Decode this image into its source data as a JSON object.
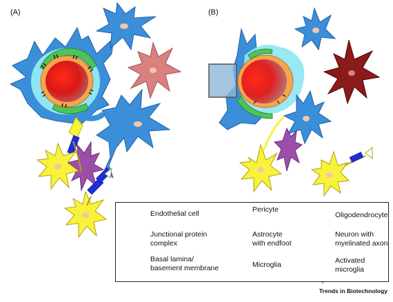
{
  "panels": {
    "a": "(A)",
    "b": "(B)"
  },
  "legend": {
    "items": [
      {
        "id": "endothelial",
        "label": "Endothelial cell",
        "icon": "endothelial-cell-icon"
      },
      {
        "id": "junctional",
        "label": "Junctional protein\ncomplex",
        "icon": "junctional-complex-icon"
      },
      {
        "id": "basal",
        "label": "Basal lamina/\nbasement membrane",
        "icon": "basal-lamina-icon"
      },
      {
        "id": "pericyte",
        "label": "Pericyte",
        "icon": "pericyte-icon"
      },
      {
        "id": "astrocyte",
        "label": "Astrocyte\nwith endfoot",
        "icon": "astrocyte-icon"
      },
      {
        "id": "microglia",
        "label": "Microglia",
        "icon": "microglia-icon"
      },
      {
        "id": "oligodendrocyte",
        "label": "Oligodendrocyte",
        "icon": "oligodendrocyte-icon"
      },
      {
        "id": "neuron",
        "label": "Neuron with\nmyelinated axon",
        "icon": "neuron-icon"
      },
      {
        "id": "activated",
        "label": "Activated\nmicroglia",
        "icon": "activated-microglia-icon"
      }
    ]
  },
  "source": "Trends in Biotechnology",
  "colors": {
    "astrocyte": "#3b8fd8",
    "astrocyte_dark": "#1f5fa8",
    "microglia": "#d98080",
    "activated_microglia": "#8b1a1a",
    "endothelial": "#f5a54a",
    "lumen": "#e02020",
    "pericyte": "#4fc35a",
    "basal_lamina": "#8ee6f2",
    "oligodendrocyte": "#9c4fa8",
    "neuron": "#f7f23a",
    "myelin": "#1d2fd6",
    "nucleus_astro": "#f4c6a8"
  }
}
